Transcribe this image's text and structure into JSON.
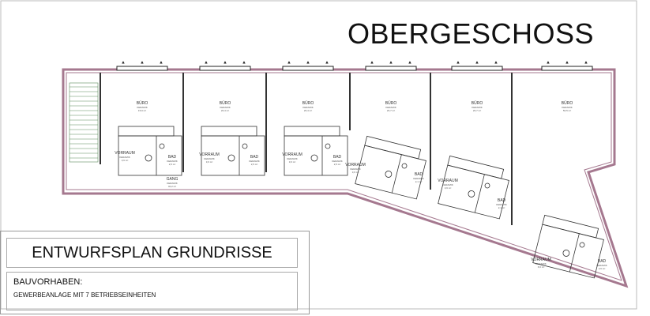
{
  "title": "OBERGESCHOSS",
  "title_block": {
    "heading": "ENTWURFSPLAN GRUNDRISSE",
    "project_label": "BAUVORHABEN:",
    "project_value": "GEWERBEANLAGE MIT 7 BETRIEBSEINHEITEN"
  },
  "rooms": [
    {
      "name": "BÜRO",
      "floor": "KERAMIK",
      "area": "15,9 m²"
    },
    {
      "name": "BÜRO",
      "floor": "KERAMIK",
      "area": "20,4 m²"
    },
    {
      "name": "BÜRO",
      "floor": "KERAMIK",
      "area": "20,4 m²"
    },
    {
      "name": "BÜRO",
      "floor": "KERAMIK",
      "area": "20,7 m²"
    },
    {
      "name": "BÜRO",
      "floor": "KERAMIK",
      "area": "20,7 m²"
    },
    {
      "name": "BÜRO",
      "floor": "KERAMIK",
      "area": "50,5 m²"
    },
    {
      "name": "VORRAUM",
      "floor": "KERAMIK",
      "area": "3,6 m²"
    },
    {
      "name": "VORRAUM",
      "floor": "KERAMIK",
      "area": "3,6 m²"
    },
    {
      "name": "VORRAUM",
      "floor": "KERAMIK",
      "area": "3,6 m²"
    },
    {
      "name": "VORRAUM",
      "floor": "KERAMIK",
      "area": "3,6 m²"
    },
    {
      "name": "VORRAUM",
      "floor": "KERAMIK",
      "area": "3,6 m²"
    },
    {
      "name": "VORRAUM",
      "floor": "KERAMIK",
      "area": "6,6 m²"
    },
    {
      "name": "BAD",
      "floor": "KERAMIK",
      "area": "2,5 m²"
    },
    {
      "name": "BAD",
      "floor": "KERAMIK",
      "area": "2,5 m²"
    },
    {
      "name": "BAD",
      "floor": "KERAMIK",
      "area": "2,5 m²"
    },
    {
      "name": "BAD",
      "floor": "KERAMIK",
      "area": "2,1 m²"
    },
    {
      "name": "BAD",
      "floor": "KERAMIK",
      "area": "2,1 m²"
    },
    {
      "name": "BAD",
      "floor": "KERAMIK",
      "area": "2,6 m²"
    },
    {
      "name": "GANG",
      "floor": "KERAMIK",
      "area": "40,2 m²"
    }
  ],
  "colors": {
    "wall": "#a5788f",
    "line": "#222222"
  }
}
